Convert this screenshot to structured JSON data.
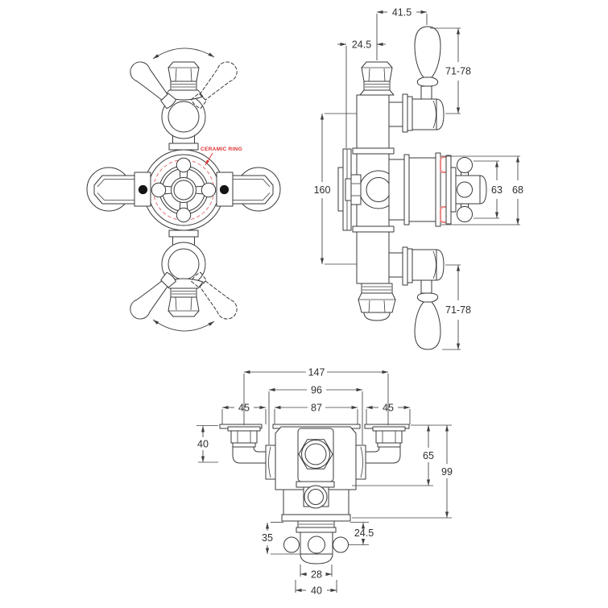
{
  "colors": {
    "line": "#3a3a3a",
    "dimension_text": "#2e2e2e",
    "accent_red": "#e03030",
    "soft_red": "#e57373",
    "background": "#ffffff"
  },
  "annotation": {
    "ceramic_ring": "CERAMIC RING"
  },
  "dims": {
    "side": {
      "spout_offset": "41.5",
      "wall_to_centre": "24.5",
      "top_handle": "71-78",
      "body_height": "160",
      "handle_span": "63",
      "cartridge_span": "68",
      "bottom_handle": "71-78"
    },
    "plan": {
      "overall_width": "147",
      "body_width": "96",
      "plate_width": "87",
      "left_elbow": "45",
      "right_elbow": "45",
      "elbow_depth": "40",
      "plate_to_body": "65",
      "overall_depth": "99",
      "diverter_depth": "35",
      "outlet_offset": "24.5",
      "outlet_width": "28",
      "diverter_width": "40"
    }
  }
}
